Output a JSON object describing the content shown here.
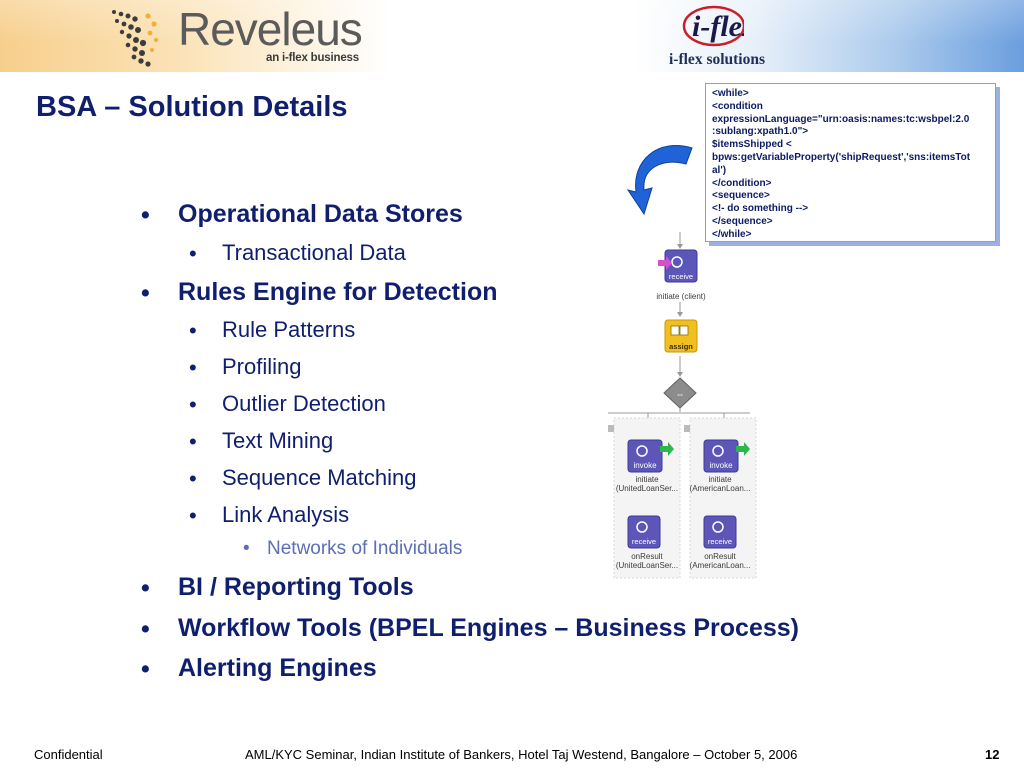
{
  "header": {
    "reveleus_wordmark": "Reveleus",
    "reveleus_tagline": "an i-flex business",
    "iflex_wordmark": "i-flex",
    "iflex_tagline": "i-flex solutions"
  },
  "title": "BSA – Solution Details",
  "bullets": {
    "ods": "Operational Data Stores",
    "transactional": "Transactional Data",
    "rules": "Rules Engine for Detection",
    "patterns": "Rule Patterns",
    "profiling": "Profiling",
    "outlier": "Outlier Detection",
    "textmining": "Text Mining",
    "sequence": "Sequence Matching",
    "link": "Link Analysis",
    "networks": "Networks of Individuals",
    "bi": "BI / Reporting Tools",
    "workflow": "Workflow Tools (BPEL Engines – Business Process)",
    "alerting": "Alerting Engines",
    "marker": "•"
  },
  "code_lines": [
    "<while>",
    "   <condition",
    "expressionLanguage=\"urn:oasis:names:tc:wsbpel:2.0",
    ":sublang:xpath1.0\">",
    "$itemsShipped <",
    "bpws:getVariableProperty('shipRequest','sns:itemsTot",
    "al')",
    "   </condition>",
    "   <sequence>",
    "     <!- do something -->",
    "   </sequence>",
    "</while>"
  ],
  "diagram": {
    "receive_label": "receive",
    "assign_label": "assign",
    "invoke_label": "invoke",
    "initiate_client": "initiate (client)",
    "left_invoke_1": "initiate",
    "left_invoke_2": "(UnitedLoanSer...",
    "right_invoke_1": "initiate",
    "right_invoke_2": "(AmericanLoan...",
    "left_result_1": "onResult",
    "left_result_2": "(UnitedLoanSer...",
    "right_result_1": "onResult",
    "right_result_2": "(AmericanLoan..."
  },
  "footer": {
    "left": "Confidential",
    "center": "AML/KYC Seminar, Indian Institute of Bankers, Hotel Taj Westend, Bangalore – October 5, 2006",
    "page": "12"
  },
  "colors": {
    "title": "#0f1f6e",
    "sub_bullet_3": "#5c6fb5",
    "activity_purple": "#5b56b8",
    "assign_yellow": "#f2c01e",
    "arrow_blue": "#1f63d6"
  }
}
